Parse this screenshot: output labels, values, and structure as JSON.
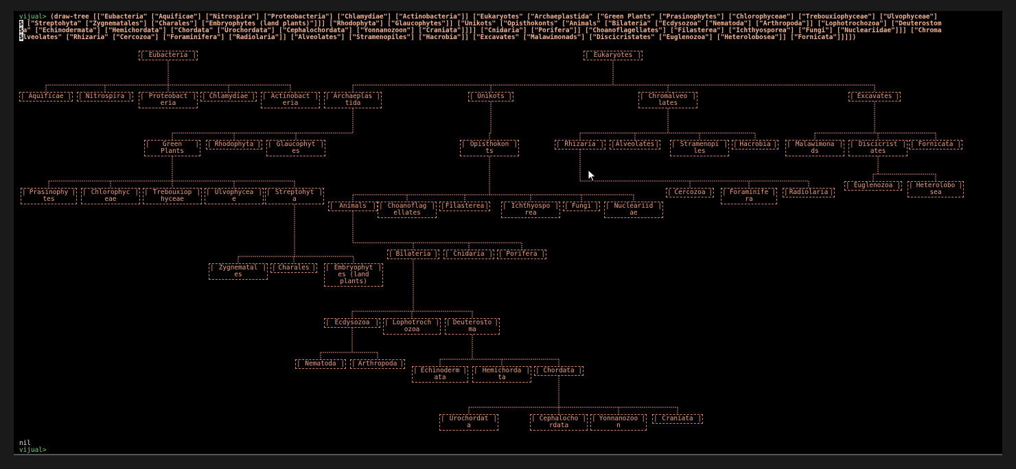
{
  "terminal": {
    "prompt": "vijual>",
    "command_lines": [
      "(draw-tree [[\"Eubacteria\" [\"Aquificae\"] [\"Nitrospira\"] [\"Proteobacteria\"] [\"Chlamydiae\"] [\"Actinobacteria\"]] [\"Eukaryotes\" [\"Archaeplastida\" [\"Green Plants\" [\"Prasinophytes\"] [\"Chlorophyceae\"] [\"Trebouxiophyceae\"] [\"Ulvophyceae\"]",
      " [\"Streptohyta\" [\"Zygnematales\"] [\"Charales\"] [\"Embryophytes (land plants)\"]]] [\"Rhodophyta\"] [\"Glaucophytes\"]] [\"Unikots\" [\"Opisthokonts\" [\"Animals\" [\"Bilateria\" [\"Ecdysozoa\" [\"Nematoda\"] [\"Arthropoda\"]] [\"Lophotrochozoa\"] [\"Deuterostom",
      "a\" [\"Echinodermata\"] [\"Hemichordata\"] [\"Chordata\" [\"Urochordata\"] [\"Cephalochordata\"] [\"Yonnanozoon\"] [\"Craniata\"]]]] [\"Cnidaria\"] [\"Porifera\"]] [\"Choanoflagellates\"] [\"Filasterea\"] [\"Ichthyosporea\"] [\"Fungi\"] [\"Nucleariidae\"]]] [\"Chroma",
      "lveolates\" [\"Rhizaria\" [\"Cercozoa\"] [\"Foraminifera\"] [\"Radiolaria\"]] [\"Alveolates\"] [\"Stramenopiles\"] [\"Hacrobia\"]] [\"Excavates\" [\"Malawimonads\"] [\"Discicristates\" [\"Euglenozoa\"] [\"Heterolobosea\"]] [\"Fornicata\"]]]])"
    ],
    "trunc_marks": [
      "$",
      "$"
    ],
    "output": "nil",
    "prompt2": "vijual>"
  },
  "nodes": {
    "eubacteria": [
      "Eubacteria"
    ],
    "eukaryotes": [
      "Eukaryotes"
    ],
    "aquificae": [
      "Aquificae"
    ],
    "nitrospira": [
      "Nitrospira"
    ],
    "proteobacteria": [
      "Proteobact",
      "eria"
    ],
    "chlamydiae": [
      "Chlamydiae"
    ],
    "actinobacteria": [
      "Actinobact",
      "eria"
    ],
    "archaeplastida": [
      "Archaeplas",
      "tida"
    ],
    "unikots": [
      "Unikots"
    ],
    "chromalveolates": [
      "Chromalveo",
      "lates"
    ],
    "excavates": [
      "Excavates"
    ],
    "green_plants": [
      "Green",
      "Plants"
    ],
    "rhodophyta": [
      "Rhodophyta"
    ],
    "glaucophytes": [
      "Glaucophyt",
      "es"
    ],
    "opisthokonts": [
      "Opisthokon",
      "ts"
    ],
    "rhizaria": [
      "Rhizaria"
    ],
    "alveolates": [
      "Alveolates"
    ],
    "stramenopiles": [
      "Stramenopi",
      "les"
    ],
    "hacrobia": [
      "Hacrobia"
    ],
    "malawimonads": [
      "Malawimona",
      "ds"
    ],
    "discicristates": [
      "Discicrist",
      "ates"
    ],
    "fornicata": [
      "Fornicata"
    ],
    "prasinophytes": [
      "Prasinophy",
      "tes"
    ],
    "chlorophyceae": [
      "Chlorophyc",
      "eae"
    ],
    "trebouxiophyceae": [
      "Trebouxiop",
      "hyceae"
    ],
    "ulvophyceae": [
      "Ulvophycea",
      "e"
    ],
    "streptohyta": [
      "Streptohyt",
      "a"
    ],
    "animals": [
      "Animals"
    ],
    "choanoflagellates": [
      "Choanoflag",
      "ellates"
    ],
    "filasterea": [
      "Filasterea"
    ],
    "ichthyosporea": [
      "Ichthyospo",
      "rea"
    ],
    "fungi": [
      "Fungi"
    ],
    "nucleariidae": [
      "Nucleariid",
      "ae"
    ],
    "cercozoa": [
      "Cercozoa"
    ],
    "foraminifera": [
      "Foraminife",
      "ra"
    ],
    "radiolaria": [
      "Radiolaria"
    ],
    "euglenozoa": [
      "Euglenozoa"
    ],
    "heterolobosea": [
      "Heterolobo",
      "sea"
    ],
    "bilateria": [
      "Bilateria"
    ],
    "cnidaria": [
      "Cnidaria"
    ],
    "porifera": [
      "Porifera"
    ],
    "zygnematales": [
      "Zygnematal",
      "es"
    ],
    "charales": [
      "Charales"
    ],
    "embryophytes": [
      "Embryophyt",
      "es (land",
      "plants)"
    ],
    "ecdysozoa": [
      "Ecdysozoa"
    ],
    "lophotrochozoa": [
      "Lophotroch",
      "ozoa"
    ],
    "deuterostoma": [
      "Deuterosto",
      "ma"
    ],
    "nematoda": [
      "Nematoda"
    ],
    "arthropoda": [
      "Arthropoda"
    ],
    "echinodermata": [
      "Echinoderm",
      "ata"
    ],
    "hemichordata": [
      "Hemichorda",
      "ta"
    ],
    "chordata": [
      "Chordata"
    ],
    "urochordata": [
      "Urochordat",
      "a"
    ],
    "cephalochordata": [
      "Cephalocho",
      "rdata"
    ],
    "yonnanozoon": [
      "Yonnanozoo",
      "n"
    ],
    "craniata": [
      "Craniata"
    ]
  }
}
